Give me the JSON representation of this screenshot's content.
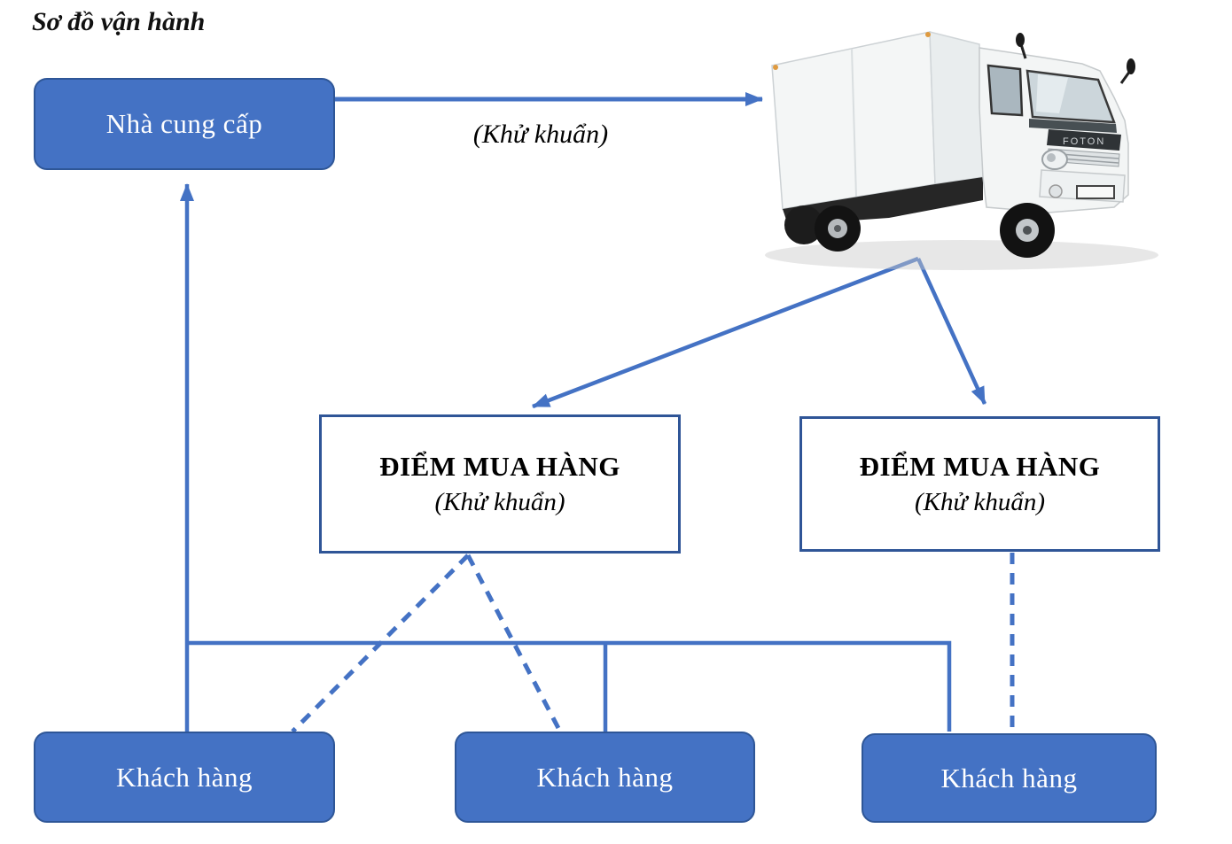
{
  "title": "Sơ đồ vận hành",
  "colors": {
    "accent_blue": "#4472C4",
    "filled_box_border": "#2E5697",
    "outline_box_border": "#2F5597",
    "text_light": "#FFFFFF",
    "text_dark": "#000000"
  },
  "edges": {
    "disinfect_label": "(Khử khuẩn)"
  },
  "truck": {
    "name": "delivery-truck-image",
    "brand_text": "FOTON"
  },
  "nodes": {
    "supplier": {
      "label": "Nhà cung cấp"
    },
    "purchase_points": [
      {
        "title": "ĐIỂM MUA HÀNG",
        "subtitle": "(Khử khuẩn)"
      },
      {
        "title": "ĐIỂM MUA HÀNG",
        "subtitle": "(Khử khuẩn)"
      }
    ],
    "customers": [
      {
        "label": "Khách hàng"
      },
      {
        "label": "Khách hàng"
      },
      {
        "label": "Khách hàng"
      }
    ]
  }
}
